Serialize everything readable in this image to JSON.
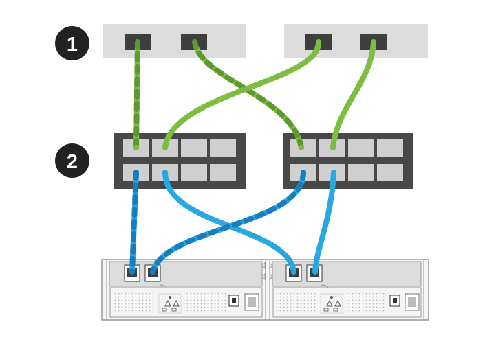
{
  "callouts": [
    {
      "number": "1",
      "target": "host-controllers"
    },
    {
      "number": "2",
      "target": "switches"
    }
  ],
  "colors": {
    "background": "#ffffff",
    "badge": "#222222",
    "host": "#dcdcdc",
    "port_dark": "#3e3e3e",
    "switch_body": "#484848",
    "switch_port": "#cfcfcf",
    "cable_green": "#7dbd42",
    "cable_green_dark": "#4f8a2a",
    "cable_blue": "#27a8e0",
    "cable_blue_dark": "#0f6cb0",
    "shelf_outline": "#9a9a9a",
    "shelf_fill": "#f2f2f2"
  },
  "icons": [
    "callout-badge",
    "host-controller",
    "network-switch",
    "storage-shelf-controller",
    "sas-port",
    "power-supply"
  ],
  "cables": {
    "host_to_switch": {
      "color": "green",
      "count": 4
    },
    "switch_to_storage": {
      "color": "blue",
      "count": 4
    }
  }
}
